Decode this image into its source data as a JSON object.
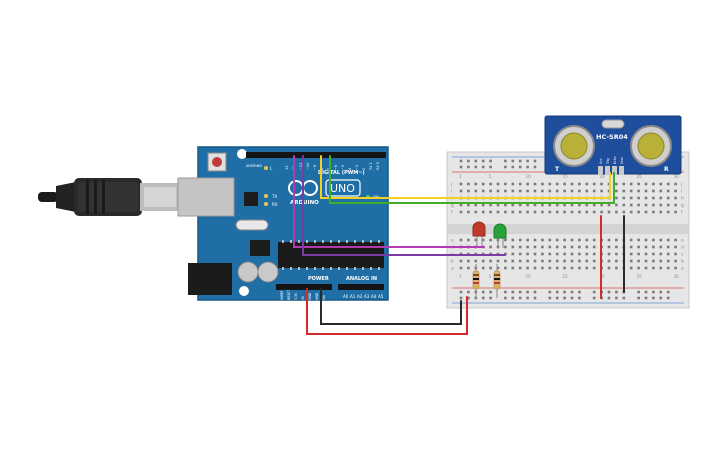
{
  "arduino": {
    "brand": "ARDUINO",
    "model": "UNO",
    "digital_label": "DIGITAL (PWM~)",
    "power_label": "POWER",
    "analog_label": "ANALOG IN",
    "on_label": "ON",
    "tx_label": "TX",
    "rx_label": "RX",
    "l_label": "L",
    "aref_label": "AREF",
    "gnd_label": "GND",
    "digital_pins": [
      "13",
      "12",
      "~11",
      "~10",
      "~9",
      "8",
      "7",
      "~6",
      "~5",
      "4",
      "~3",
      "2",
      "TX 1",
      "RX 0"
    ],
    "power_pins": [
      "IOREF",
      "RESET",
      "3.3V",
      "5V",
      "GND",
      "GND",
      "Vin"
    ],
    "analog_pins": [
      "A0",
      "A1",
      "A2",
      "A3",
      "A4",
      "A5"
    ]
  },
  "sensor": {
    "label": "HC-SR04",
    "pins": [
      "Vcc",
      "Trig",
      "Echo",
      "Gnd"
    ],
    "t_label": "T",
    "r_label": "R"
  },
  "breadboard": {
    "row_letters_top": [
      "j",
      "i",
      "h",
      "g",
      "f"
    ],
    "row_letters_bottom": [
      "e",
      "d",
      "c",
      "b",
      "a"
    ],
    "column_numbers": [
      "1",
      "5",
      "10",
      "15",
      "20",
      "25",
      "30"
    ]
  },
  "colors": {
    "board": "#1f6fa6",
    "breadboard": "#e6e6e6",
    "sensor": "#1e4e9c",
    "wire_yellow": "#f2d024",
    "wire_green": "#3fae2a",
    "wire_magenta": "#b43ab4",
    "wire_purple": "#7a3aa8",
    "wire_red": "#d62a2a",
    "wire_black": "#2b2b2b",
    "led_red": "#c0392b",
    "led_green": "#27a33a"
  }
}
